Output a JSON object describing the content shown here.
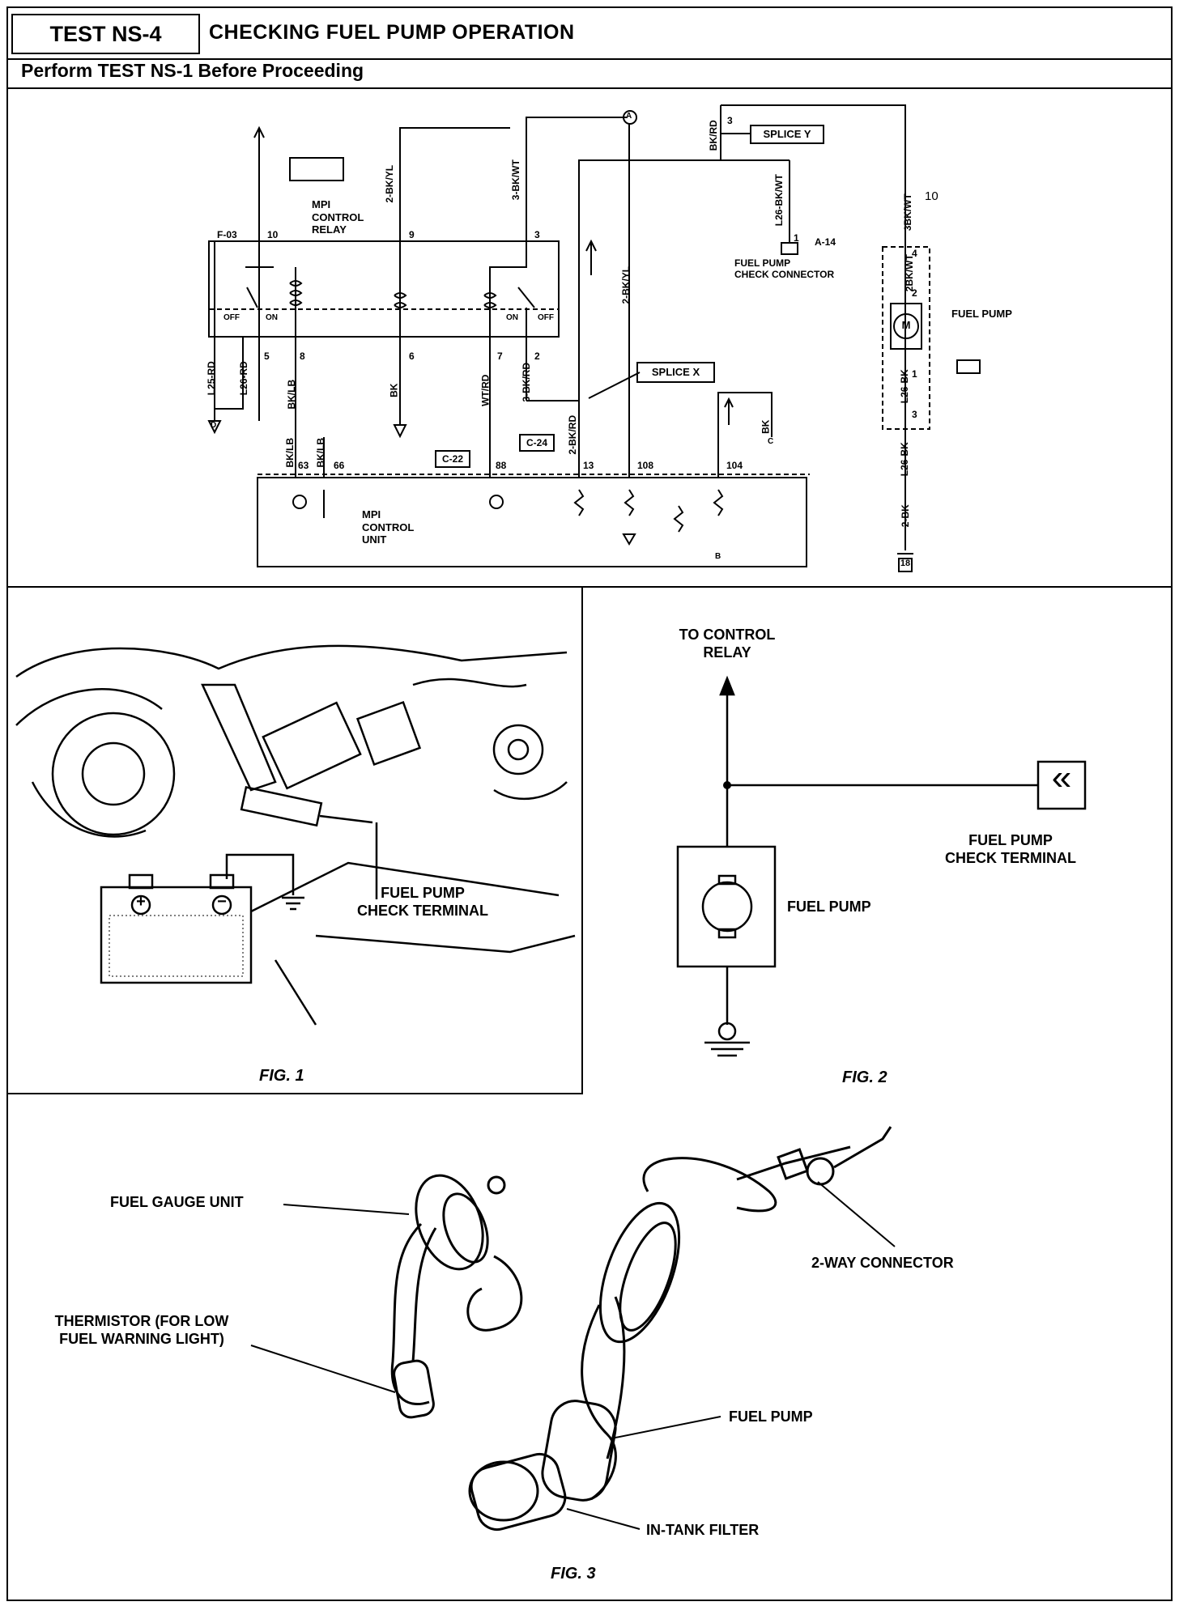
{
  "header": {
    "test_id": "TEST NS-4",
    "title": "CHECKING FUEL PUMP OPERATION",
    "prerequisite": "Perform TEST NS-1 Before Proceeding"
  },
  "schematic": {
    "relay_label": "MPI\nCONTROL\nRELAY",
    "control_unit_label": "MPI\nCONTROL\nUNIT",
    "splice_y": "SPLICE Y",
    "splice_x": "SPLICE X",
    "check_connector_label": "FUEL PUMP\nCHECK CONNECTOR",
    "fuel_pump_label": "FUEL PUMP",
    "connector_f03": "F-03",
    "connector_a14": "A-14",
    "connector_c22": "C-22",
    "connector_c24": "C-24",
    "motor_symbol": "M",
    "switch_off": "OFF",
    "switch_on": "ON",
    "ground_label": "18",
    "pump_ref": "10",
    "wires": {
      "2bkyl_top": "2-BK/YL",
      "3bkwt_top": "3-BK/WT",
      "bkrd_top": "BK/RD",
      "l26bkwt": "L26-BK/WT",
      "3bkwt_right": "3BK/WT",
      "2bkwt": "2BK/WT",
      "l26bk_a": "L26-BK",
      "l26bk_b": "L26-BK",
      "2bk": "2-BK",
      "l25rd": "L25-RD",
      "l26rd": "L26-RD",
      "bklb": "BK/LB",
      "bk": "BK",
      "wtrd": "WT/RD",
      "3bkrd": "3-BK/RD",
      "2bkyl_mid": "2-BK/YL",
      "2bkrd": "2-BK/RD",
      "bklb_63": "BK/LB",
      "bklb_66": "BK/LB",
      "bk_right": "BK"
    },
    "pins": {
      "p10": "10",
      "p9": "9",
      "p3": "3",
      "p5": "5",
      "p8": "8",
      "p6": "6",
      "p7": "7",
      "p2": "2",
      "p63": "63",
      "p66": "66",
      "p88": "88",
      "p13": "13",
      "p108": "108",
      "p104": "104",
      "a14_pin": "1",
      "splice_pin": "3",
      "pump_pin_4": "4",
      "pump_pin_2": "2",
      "pump_pin_1": "1",
      "pump_pin_3": "3"
    },
    "refs": {
      "a": "A",
      "b": "B",
      "c": "C",
      "d": "D"
    }
  },
  "fig1": {
    "caption": "FIG. 1",
    "callout": "FUEL PUMP\nCHECK TERMINAL",
    "plus": "+",
    "minus": "−"
  },
  "fig2": {
    "caption": "FIG. 2",
    "to_relay": "TO CONTROL\nRELAY",
    "check_terminal": "FUEL PUMP\nCHECK TERMINAL",
    "fuel_pump": "FUEL PUMP",
    "terminal_glyph": "«"
  },
  "fig3": {
    "caption": "FIG. 3",
    "fuel_gauge_unit": "FUEL GAUGE UNIT",
    "thermistor": "THERMISTOR (FOR LOW\nFUEL WARNING LIGHT)",
    "two_way_connector": "2-WAY CONNECTOR",
    "fuel_pump": "FUEL PUMP",
    "in_tank_filter": "IN-TANK FILTER"
  }
}
